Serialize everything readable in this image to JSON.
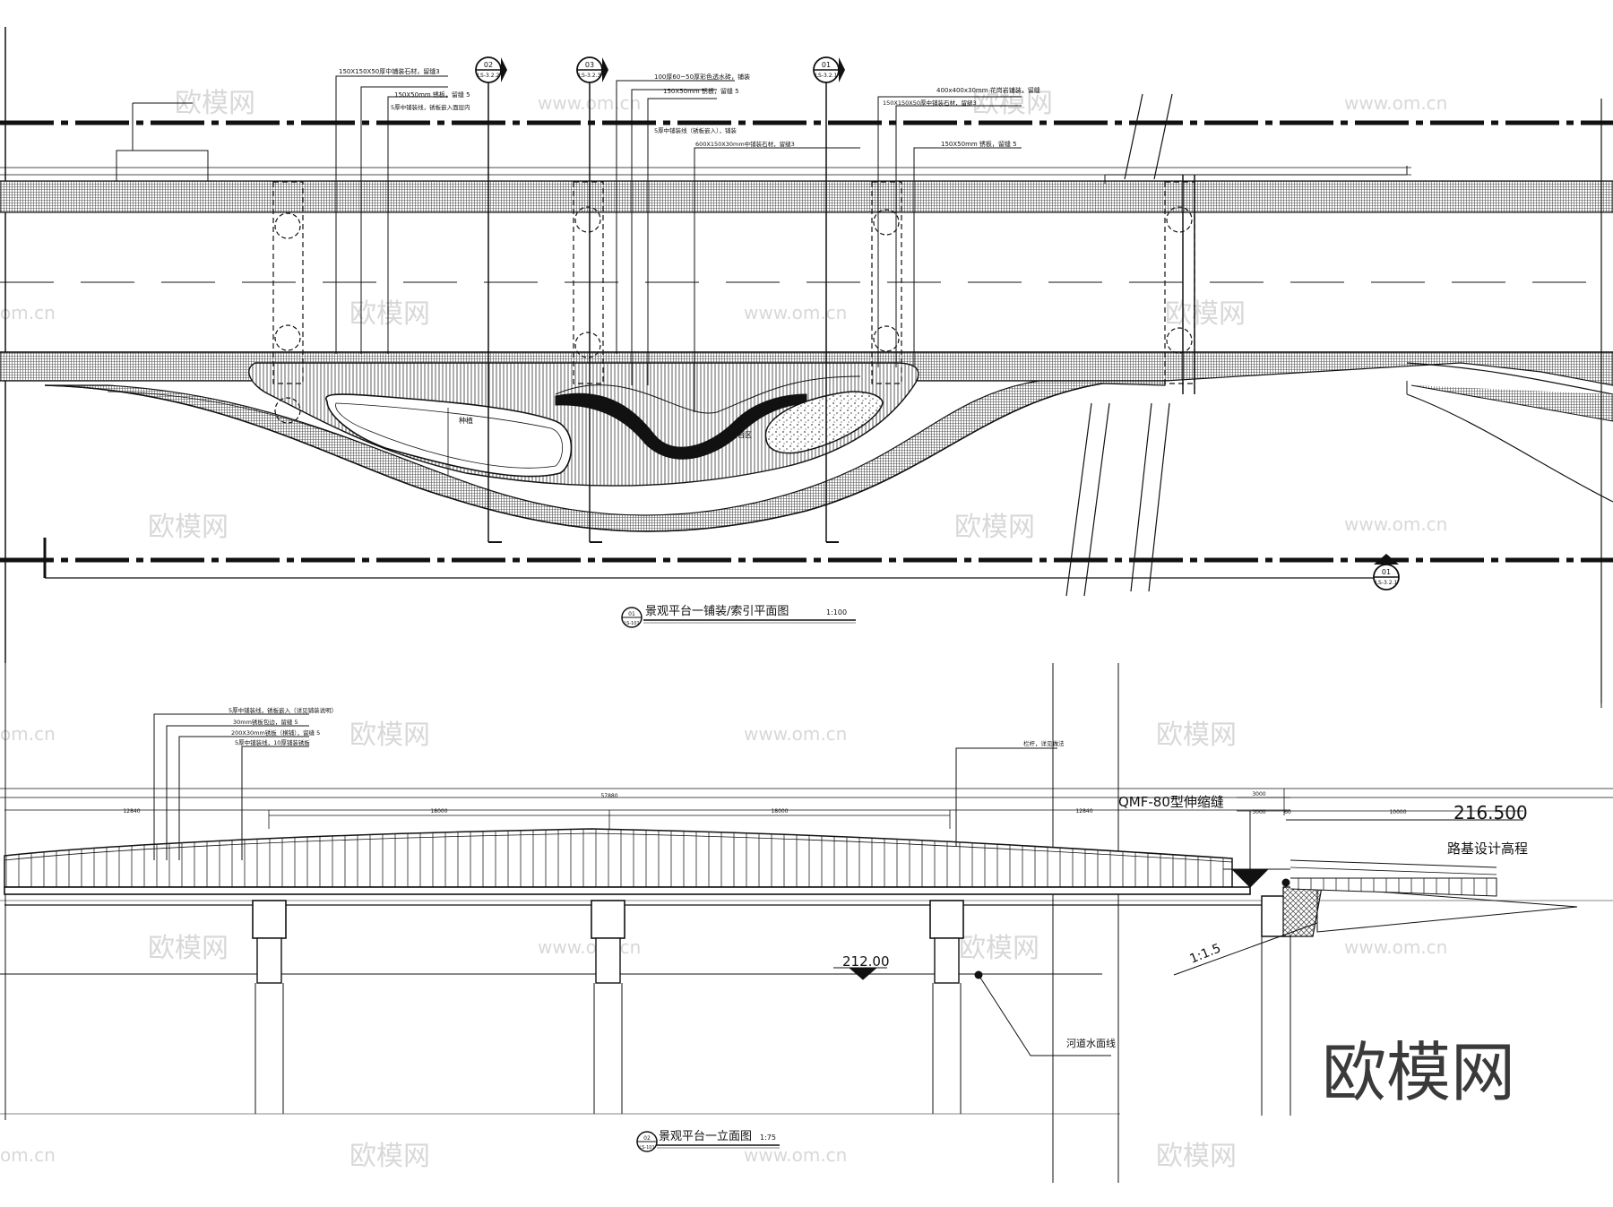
{
  "plan": {
    "title": "景观平台一铺装/索引平面图",
    "scale": "1:100",
    "title_badge_top": "01",
    "title_badge_bottom": "LS-101",
    "sections": [
      {
        "top": "02",
        "bottom": "LS-3.2.2"
      },
      {
        "top": "03",
        "bottom": "LS-3.2.3"
      },
      {
        "top": "01",
        "bottom": "LS-3.2.1"
      }
    ],
    "elev_ref": {
      "top": "01",
      "bottom": "LS-3.2.1"
    },
    "callouts": [
      "150X150X50厚中铺装石材，留缝3",
      "150X50mm 锈板，留缝 5",
      "5厚中铺装线，锈板嵌入面层内",
      "100厚60~50厚彩色透水砖，铺装",
      "150X50mm 锈板，留缝 5",
      "5厚中铺装线（锈板嵌入），铺装",
      "600X150X30mm中铺装石材，留缝3",
      "400x400x30mm 花岗岩铺装，留缝",
      "150X150X50厚中铺装石材，留缝3",
      "150X50mm 锈板，留缝 5"
    ],
    "area_labels": [
      "种植",
      "平台区"
    ]
  },
  "elevation": {
    "title": "景观平台一立面图",
    "scale": "1:75",
    "title_badge_top": "02",
    "title_badge_bottom": "LS-101",
    "joint_label": "QMF-80型伸缩缝",
    "road_elevation": "216.500",
    "road_elevation_label": "路基设计高程",
    "water_elevation": "212.00",
    "water_label": "河道水面线",
    "slope_label": "1:1.5",
    "dims": {
      "total": "57880",
      "left_end": "12840",
      "span_left": "18000",
      "span_right": "18000",
      "right_end": "12840",
      "joint_a": "3000",
      "joint_b": "3000",
      "joint_c": "60",
      "approach": "10000"
    },
    "callouts": [
      "5厚中铺装线，锈板嵌入（详见铺装说明）",
      "30mm锈板包边，留缝 5",
      "200X30mm锈板（横铺），留缝 5",
      "5厚中铺装线，10厚铺装锈板"
    ],
    "rail_note": "栏杆，详见做法"
  },
  "watermarks": {
    "site_cn": "欧模网",
    "site_url": "www.om.cn",
    "url_fragment": "om.cn",
    "big_logo": "欧模网"
  }
}
